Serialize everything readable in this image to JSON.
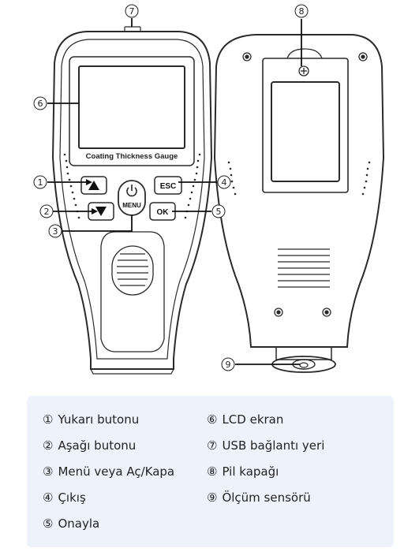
{
  "device": {
    "screen_label": "Coating Thickness Gauge",
    "buttons": {
      "menu": "MENU",
      "esc": "ESC",
      "ok": "OK"
    }
  },
  "callouts": [
    "①",
    "②",
    "③",
    "④",
    "⑤",
    "⑥",
    "⑦",
    "⑧",
    "⑨"
  ],
  "legend": {
    "left": [
      {
        "num": "①",
        "text": "Yukarı butonu"
      },
      {
        "num": "②",
        "text": "Aşağı butonu"
      },
      {
        "num": "③",
        "text": "Menü veya Aç/Kapa"
      },
      {
        "num": "④",
        "text": "Çıkış"
      },
      {
        "num": "⑤",
        "text": "Onayla"
      }
    ],
    "right": [
      {
        "num": "⑥",
        "text": "LCD ekran"
      },
      {
        "num": "⑦",
        "text": "USB bağlantı yeri"
      },
      {
        "num": "⑧",
        "text": "Pil kapağı"
      },
      {
        "num": "⑨",
        "text": "Ölçüm sensörü"
      }
    ]
  },
  "colors": {
    "outline": "#2a2a2a",
    "legend_bg": "#eef3fb"
  }
}
